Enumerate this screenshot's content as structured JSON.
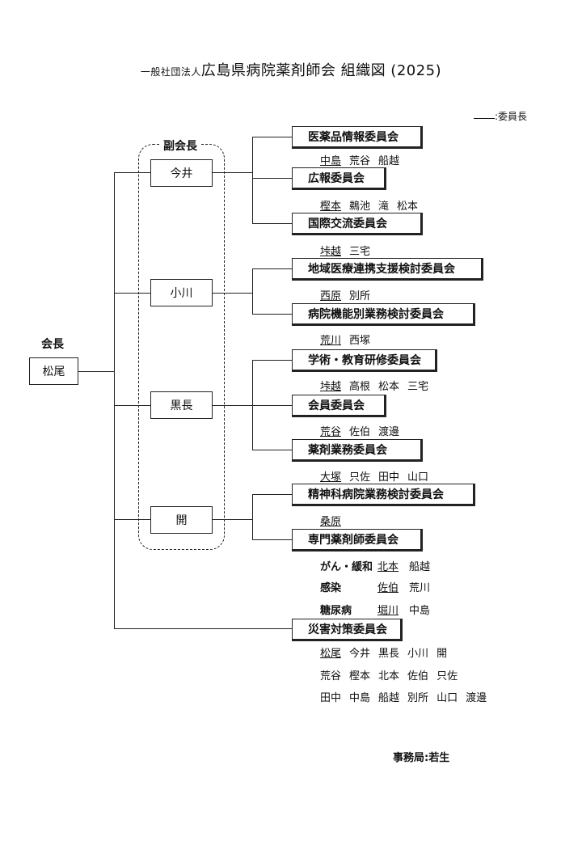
{
  "title": {
    "prefix": "一般社団法人",
    "main": "広島県病院薬剤師会 組織図 (2025)"
  },
  "legend": ":委員長",
  "president": {
    "label": "会長",
    "name": "松尾"
  },
  "vice_group_label": "副会長",
  "vice_presidents": [
    "今井",
    "小川",
    "黒長",
    "開"
  ],
  "committees": [
    {
      "name": "医薬品情報委員会",
      "members": [
        "中島",
        "荒谷",
        "船越"
      ],
      "chair": 0
    },
    {
      "name": "広報委員会",
      "members": [
        "樫本",
        "鵜池",
        "滝",
        "松本"
      ],
      "chair": 0
    },
    {
      "name": "国際交流委員会",
      "members": [
        "垰越",
        "三宅"
      ],
      "chair": 0
    },
    {
      "name": "地域医療連携支援検討委員会",
      "members": [
        "西原",
        "別所"
      ],
      "chair": 0
    },
    {
      "name": "病院機能別業務検討委員会",
      "members": [
        "荒川",
        "西塚"
      ],
      "chair": 0
    },
    {
      "name": "学術・教育研修委員会",
      "members": [
        "垰越",
        "高根",
        "松本",
        "三宅"
      ],
      "chair": 0
    },
    {
      "name": "会員委員会",
      "members": [
        "荒谷",
        "佐伯",
        "渡邊"
      ],
      "chair": 0
    },
    {
      "name": "薬剤業務委員会",
      "members": [
        "大塚",
        "只佐",
        "田中",
        "山口"
      ],
      "chair": 0
    },
    {
      "name": "精神科病院業務検討委員会",
      "members": [
        "桑原"
      ],
      "chair": 0
    },
    {
      "name": "専門薬剤師委員会",
      "members": [],
      "chair": -1
    },
    {
      "name": "災害対策委員会",
      "members": [],
      "chair": -1
    }
  ],
  "specialist_subgroups": [
    {
      "label": "がん・緩和",
      "chair": "北本",
      "members": "船越"
    },
    {
      "label": "感染",
      "chair": "佐伯",
      "members": "荒川"
    },
    {
      "label": "糖尿病",
      "chair": "堀川",
      "members": "中島"
    }
  ],
  "disaster_members": {
    "chair": "松尾",
    "row1": [
      "今井",
      "黒長",
      "小川",
      "開"
    ],
    "row2": [
      "荒谷",
      "樫本",
      "北本",
      "佐伯",
      "只佐"
    ],
    "row3": [
      "田中",
      "中島",
      "船越",
      "別所",
      "山口",
      "渡邊"
    ]
  },
  "footer": "事務局:若生"
}
